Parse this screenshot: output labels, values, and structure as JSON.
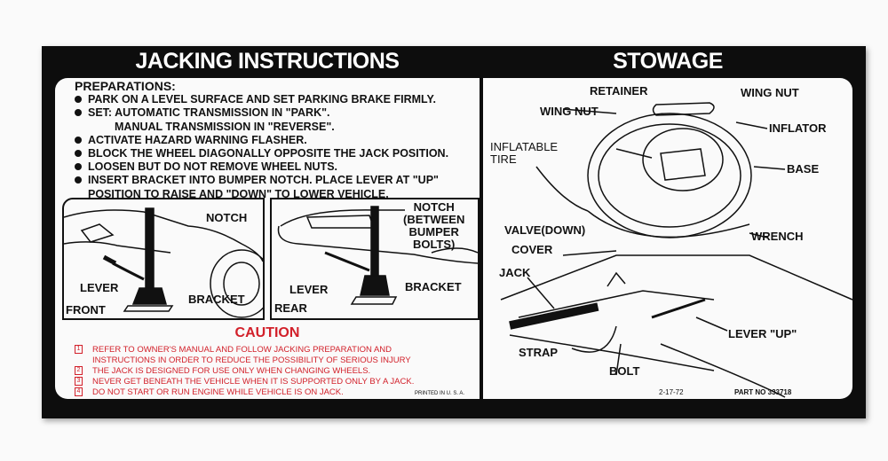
{
  "jacking": {
    "title": "JACKING INSTRUCTIONS",
    "preparations_heading": "PREPARATIONS:",
    "steps": [
      "PARK ON A LEVEL SURFACE AND SET PARKING BRAKE FIRMLY.",
      "SET: AUTOMATIC TRANSMISSION IN \"PARK\".",
      "MANUAL TRANSMISSION IN \"REVERSE\".",
      "ACTIVATE HAZARD WARNING FLASHER.",
      "BLOCK THE WHEEL DIAGONALLY OPPOSITE THE JACK POSITION.",
      "LOOSEN BUT DO NOT REMOVE WHEEL NUTS.",
      "INSERT BRACKET INTO BUMPER NOTCH. PLACE LEVER AT \"UP\"",
      "POSITION TO RAISE AND \"DOWN\" TO LOWER VEHICLE."
    ],
    "front_diagram": {
      "notch": "NOTCH",
      "lever": "LEVER",
      "bracket": "BRACKET",
      "position": "FRONT"
    },
    "rear_diagram": {
      "notch": "NOTCH",
      "notch_detail_1": "(BETWEEN",
      "notch_detail_2": "BUMPER",
      "notch_detail_3": "BOLTS)",
      "lever": "LEVER",
      "bracket": "BRACKET",
      "position": "REAR"
    },
    "caution": {
      "title": "CAUTION",
      "items": [
        {
          "num": "1",
          "lines": [
            "REFER TO OWNER'S MANUAL AND FOLLOW JACKING PREPARATION AND",
            "INSTRUCTIONS IN ORDER TO REDUCE THE POSSIBILITY OF SERIOUS INJURY"
          ]
        },
        {
          "num": "2",
          "lines": [
            "THE JACK IS DESIGNED FOR USE ONLY WHEN CHANGING WHEELS."
          ]
        },
        {
          "num": "3",
          "lines": [
            "NEVER GET BENEATH THE VEHICLE WHEN IT IS SUPPORTED ONLY BY A JACK."
          ]
        },
        {
          "num": "4",
          "lines": [
            "DO NOT START OR RUN ENGINE WHILE VEHICLE IS ON JACK."
          ]
        }
      ],
      "printed": "PRINTED IN U. S. A."
    }
  },
  "stowage": {
    "title": "STOWAGE",
    "labels": {
      "retainer": "RETAINER",
      "wing_nut_top": "WING NUT",
      "wing_nut": "WING NUT",
      "inflator": "INFLATOR",
      "inflatable": "INFLATABLE",
      "tire": "TIRE",
      "base": "BASE",
      "valve": "VALVE(DOWN)",
      "cover": "COVER",
      "wrench": "WRENCH",
      "jack": "JACK",
      "lever_up": "LEVER \"UP\"",
      "strap": "STRAP",
      "bolt": "BOLT"
    },
    "date": "2-17-72",
    "part_no": "PART NO 333718"
  },
  "colors": {
    "background": "#0d0d0d",
    "panel": "#fafafa",
    "caution": "#d2202a"
  }
}
